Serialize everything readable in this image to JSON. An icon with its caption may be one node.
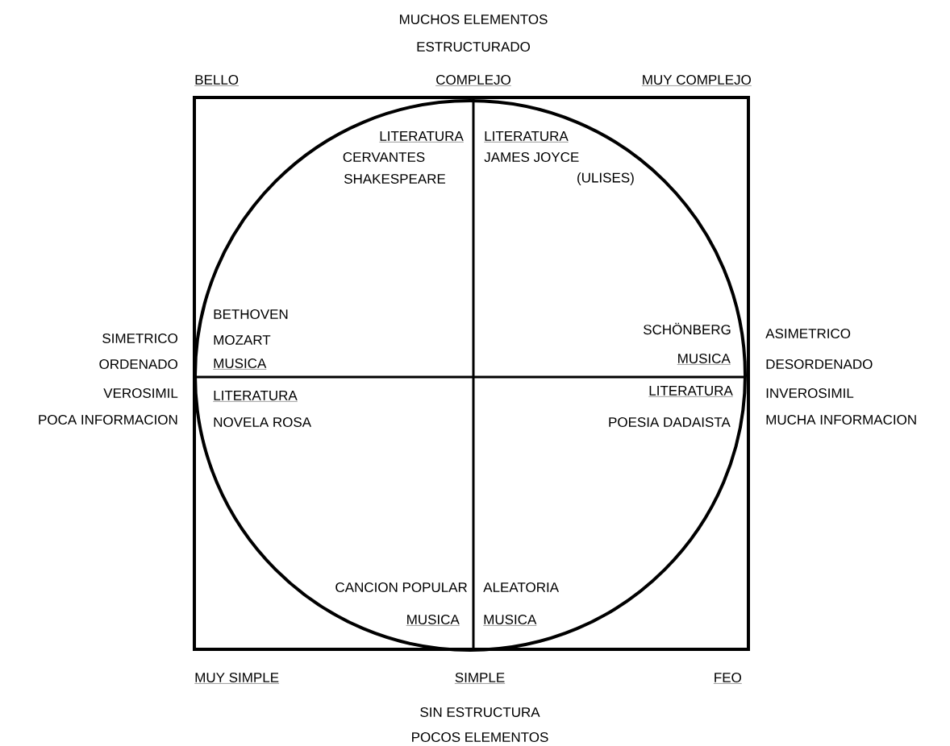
{
  "diagram": {
    "labels": [
      "MUCHOS ELEMENTOS",
      "ESTRUCTURADO",
      "BELLO",
      "COMPLEJO",
      "MUY COMPLEJO",
      "LITERATURA",
      "LITERATURA",
      "CERVANTES",
      "JAMES JOYCE",
      "SHAKESPEARE",
      "(ULISES)",
      "BETHOVEN",
      "SCHÖNBERG",
      "SIMETRICO",
      "MOZART",
      "ASIMETRICO",
      "ORDENADO",
      "MUSICA",
      "MUSICA",
      "DESORDENADO",
      "VEROSIMIL",
      "LITERATURA",
      "LITERATURA",
      "INVEROSIMIL",
      "POCA INFORMACION",
      "NOVELA ROSA",
      "POESIA DADAISTA",
      "MUCHA INFORMACION",
      "CANCION POPULAR",
      "ALEATORIA",
      "MUSICA",
      "MUSICA",
      "MUY SIMPLE",
      "SIMPLE",
      "FEO",
      "SIN ESTRUCTURA",
      "POCOS ELEMENTOS"
    ]
  }
}
